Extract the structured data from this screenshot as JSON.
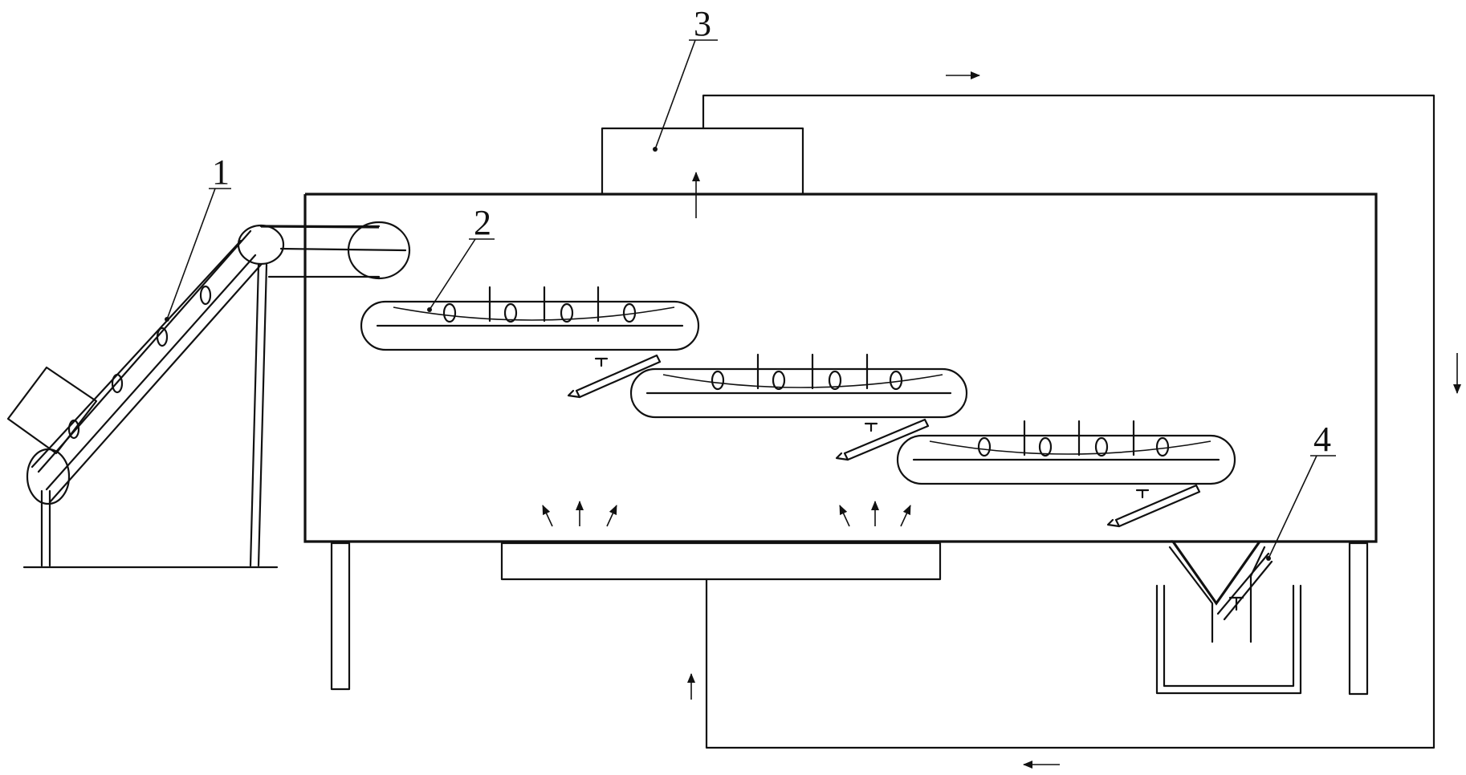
{
  "labels": {
    "feeder": "1",
    "conveyor": "2",
    "heater_unit": "3",
    "collector": "4"
  },
  "colors": {
    "line": "#111111",
    "background": "#ffffff"
  }
}
